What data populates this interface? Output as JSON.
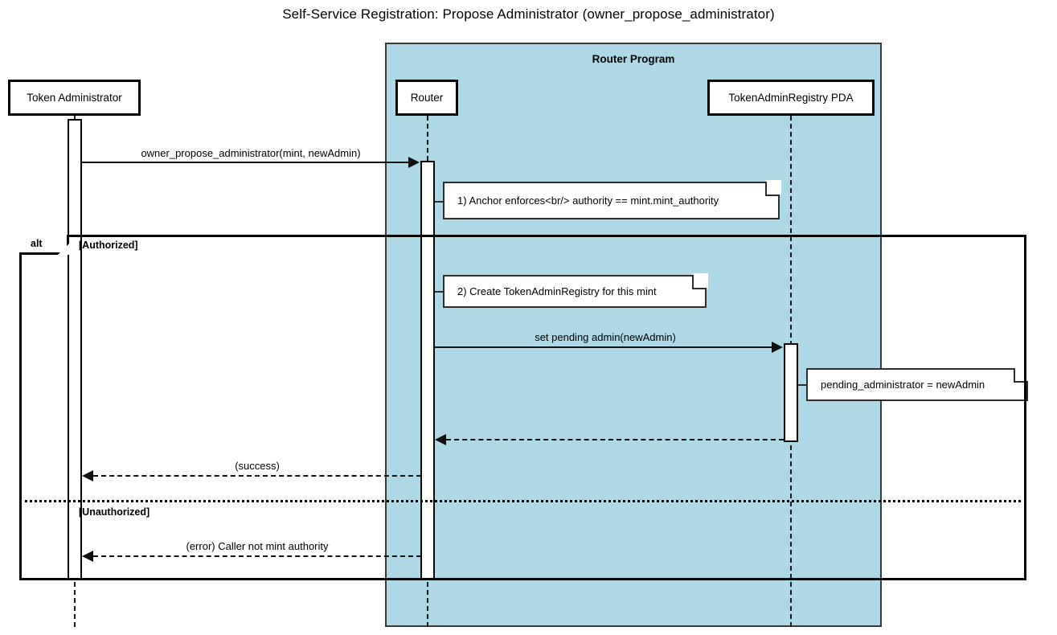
{
  "title": "Self-Service Registration: Propose Administrator (owner_propose_administrator)",
  "colors": {
    "group_fill": "#add8e6",
    "stroke": "#000000",
    "note_fill": "#ffffff",
    "background": "#ffffff"
  },
  "groups": [
    {
      "label": "Router Program"
    }
  ],
  "participants": [
    {
      "id": "token-administrator",
      "label": "Token Administrator"
    },
    {
      "id": "router",
      "label": "Router"
    },
    {
      "id": "token-admin-registry-pda",
      "label": "TokenAdminRegistry PDA"
    }
  ],
  "messages": [
    {
      "id": "m1",
      "label": "owner_propose_administrator(mint, newAdmin)",
      "from": "token-administrator",
      "to": "router",
      "style": "solid",
      "direction": "right"
    },
    {
      "id": "m2",
      "label": "set pending admin(newAdmin)",
      "from": "router",
      "to": "token-admin-registry-pda",
      "style": "solid",
      "direction": "right"
    },
    {
      "id": "m3",
      "label": "",
      "from": "token-admin-registry-pda",
      "to": "router",
      "style": "dashed",
      "direction": "left"
    },
    {
      "id": "m4",
      "label": "(success)",
      "from": "router",
      "to": "token-administrator",
      "style": "dashed",
      "direction": "left"
    },
    {
      "id": "m5",
      "label": "(error) Caller not mint authority",
      "from": "router",
      "to": "token-administrator",
      "style": "dashed",
      "direction": "left"
    }
  ],
  "notes": [
    {
      "id": "n1",
      "text": "1) Anchor enforces<br/> authority == mint.mint_authority",
      "attached_to": "router"
    },
    {
      "id": "n2",
      "text": "2) Create TokenAdminRegistry for this mint",
      "attached_to": "router"
    },
    {
      "id": "n3",
      "text": "pending_administrator = newAdmin",
      "attached_to": "token-admin-registry-pda"
    }
  ],
  "fragment": {
    "operator": "alt",
    "guards": [
      {
        "id": "g1",
        "label": "[Authorized]"
      },
      {
        "id": "g2",
        "label": "[Unauthorized]"
      }
    ]
  }
}
